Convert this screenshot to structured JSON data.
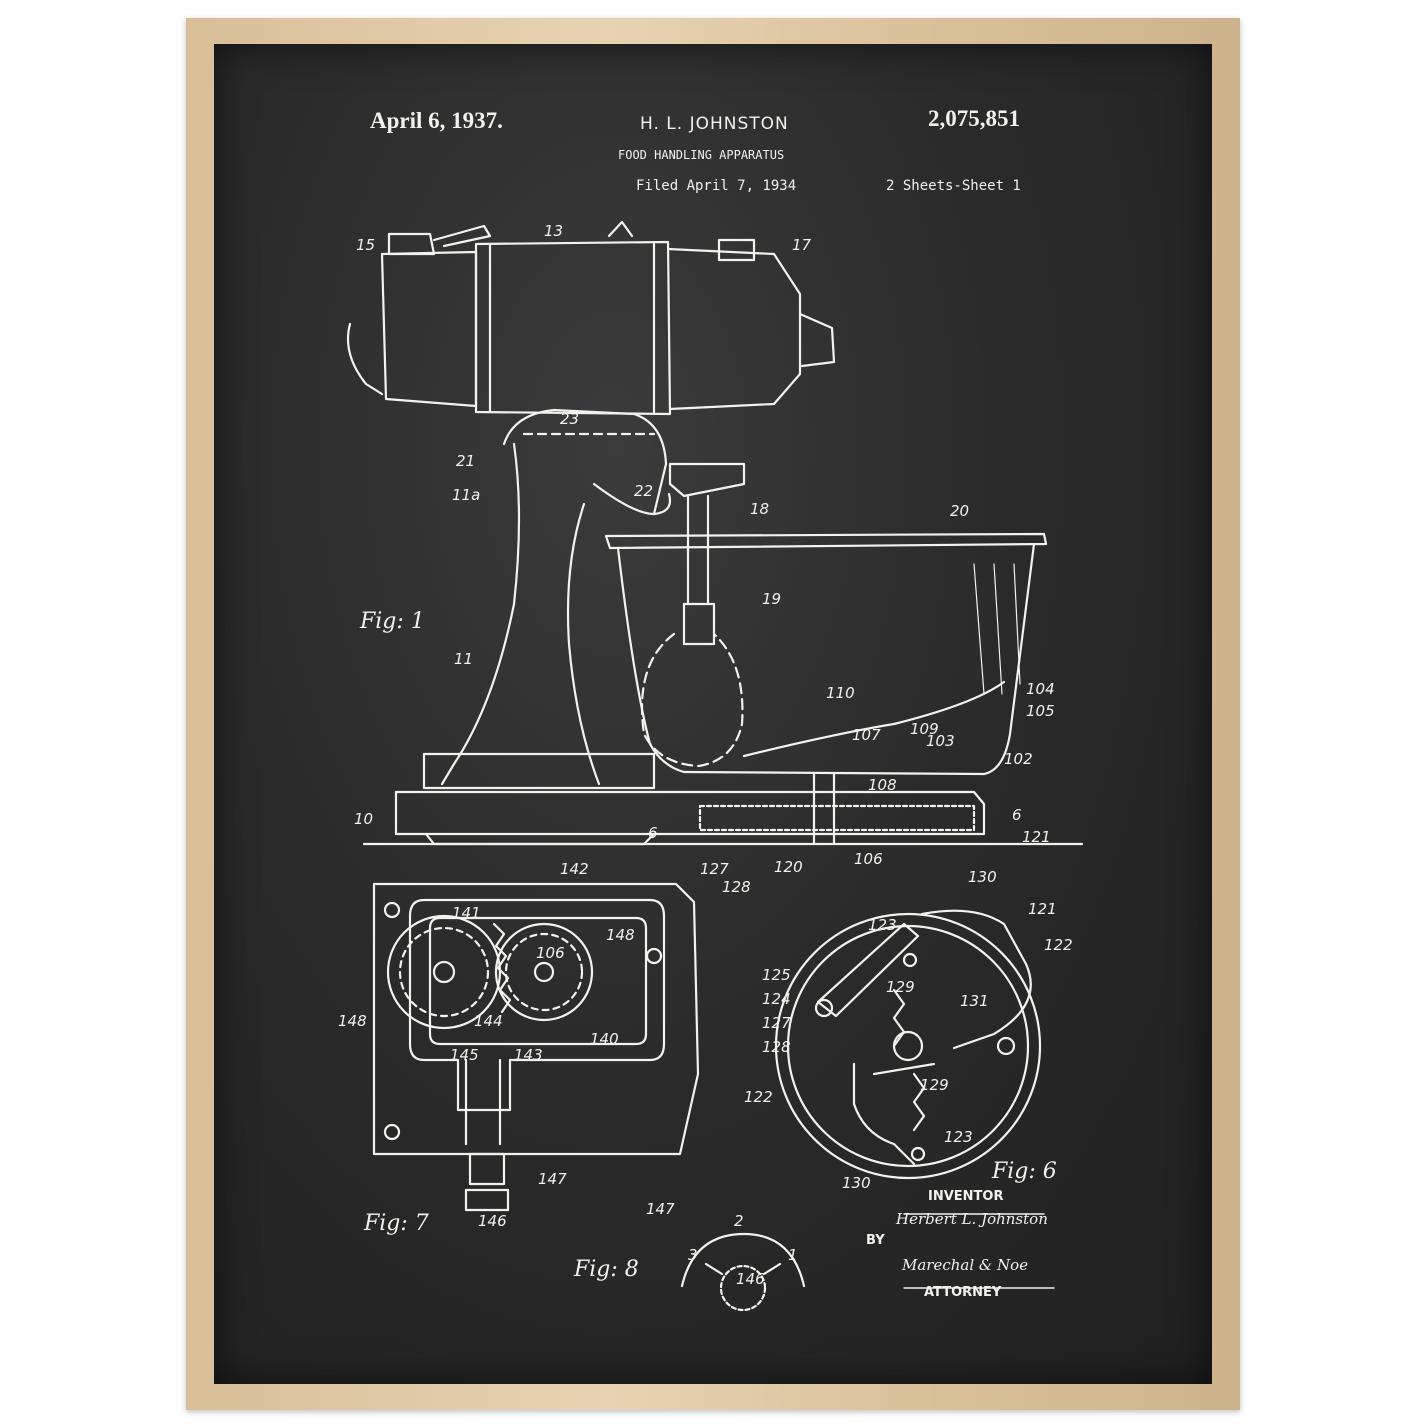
{
  "header": {
    "date": "April 6, 1937.",
    "inventor_name": "H. L. JOHNSTON",
    "patent_number": "2,075,851",
    "title": "FOOD HANDLING APPARATUS",
    "filed": "Filed April 7, 1934",
    "sheets": "2 Sheets-Sheet 1"
  },
  "figures": {
    "fig1": "Fig: 1",
    "fig6": "Fig: 6",
    "fig7": "Fig: 7",
    "fig8": "Fig: 8"
  },
  "fig1_refs": [
    "15",
    "13",
    "17",
    "23",
    "21",
    "11a",
    "22",
    "18",
    "20",
    "19",
    "11",
    "10",
    "110",
    "104",
    "105",
    "107",
    "109",
    "103",
    "102",
    "108",
    "6",
    "6",
    "121",
    "127",
    "128",
    "120",
    "106"
  ],
  "fig7_refs": [
    "142",
    "141",
    "148",
    "106",
    "148",
    "144",
    "143",
    "140",
    "145",
    "147",
    "146"
  ],
  "fig6_refs": [
    "130",
    "121",
    "123",
    "122",
    "125",
    "129",
    "124",
    "131",
    "127",
    "128",
    "129",
    "122",
    "123",
    "130"
  ],
  "fig8_refs": [
    "147",
    "2",
    "3",
    "1",
    "146"
  ],
  "signature": {
    "inventor_label": "INVENTOR",
    "inventor_signature": "Herbert L. Johnston",
    "by_label": "BY",
    "attorney_signature": "Marechal & Noe",
    "attorney_label": "ATTORNEY"
  },
  "colors": {
    "frame": "#dcc6a2",
    "board": "#2b2b2b",
    "chalk": "#f2f2ee"
  }
}
